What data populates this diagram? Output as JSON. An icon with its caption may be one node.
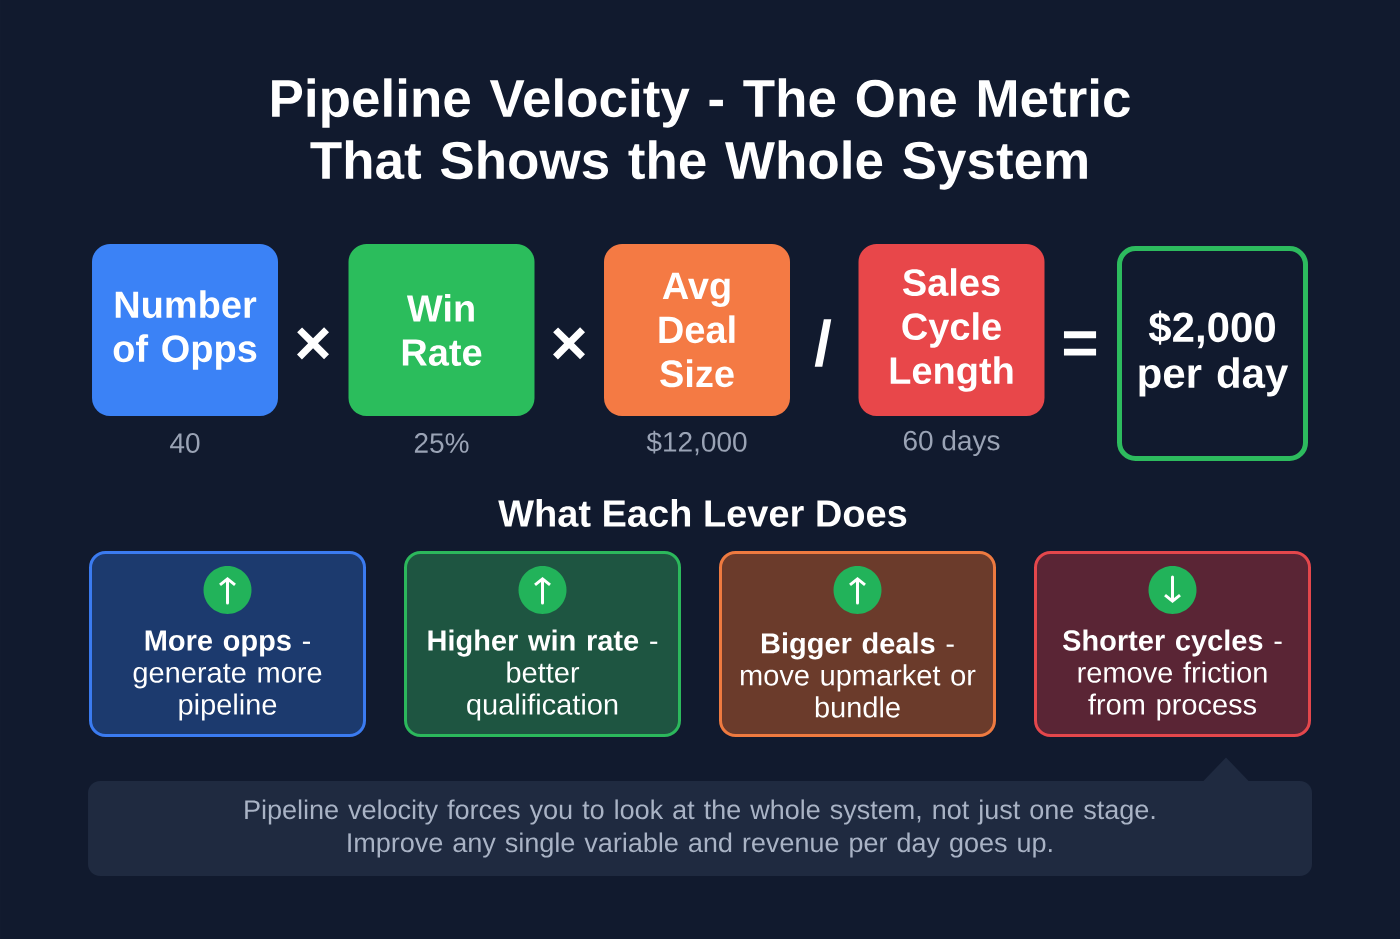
{
  "diagram": {
    "title": "Pipeline Velocity - The One Metric That Shows the Whole System",
    "nodes": [
      {
        "text": [
          "Number of Opps"
        ],
        "beside": [
          "40"
        ]
      },
      {
        "text": [
          "Win Rate"
        ],
        "beside": [
          "25%"
        ]
      },
      {
        "text": [
          "Avg Deal Size"
        ],
        "beside": [
          "$12,000"
        ]
      },
      {
        "text": [
          "Sales Cycle Length"
        ],
        "beside": [
          "60 days"
        ]
      },
      {
        "text": [
          "$2,000 per day"
        ]
      },
      {
        "text": [
          "**More opps** - generate more pipeline"
        ]
      },
      {
        "text": [
          "**Higher win rate** - better qualification"
        ]
      },
      {
        "text": [
          "**Bigger deals** - move upmarket or bundle"
        ]
      },
      {
        "text": [
          "**Shorter cycles** - remove friction from process"
        ]
      },
      {
        "text": [
          "Pipeline velocity forces you to look at the whole system, not just one stage. Improve any single variable and revenue per day goes up."
        ]
      }
    ],
    "labels": [
      "×",
      "×",
      "/",
      "=",
      "What Each Lever Does"
    ]
  }
}
